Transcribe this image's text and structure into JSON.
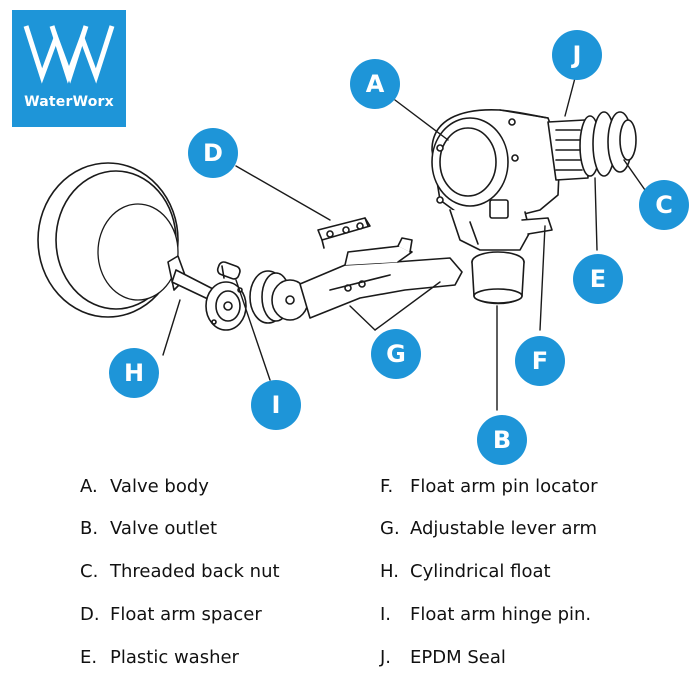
{
  "brand": {
    "name": "WaterWorx",
    "color": "#1e95d8"
  },
  "callouts": {
    "A": "A",
    "B": "B",
    "C": "C",
    "D": "D",
    "E": "E",
    "F": "F",
    "G": "G",
    "H": "H",
    "I": "I",
    "J": "J"
  },
  "legend": [
    {
      "letter": "A.",
      "text": "Valve body"
    },
    {
      "letter": "B.",
      "text": "Valve outlet"
    },
    {
      "letter": "C.",
      "text": "Threaded back nut"
    },
    {
      "letter": "D.",
      "text": "Float arm spacer"
    },
    {
      "letter": "E.",
      "text": "Plastic washer"
    },
    {
      "letter": "F.",
      "text": "Float arm pin locator"
    },
    {
      "letter": "G.",
      "text": "Adjustable lever arm"
    },
    {
      "letter": "H.",
      "text": "Cylindrical float"
    },
    {
      "letter": "I.",
      "text": "Float arm hinge pin."
    },
    {
      "letter": "J.",
      "text": "EPDM Seal"
    }
  ]
}
